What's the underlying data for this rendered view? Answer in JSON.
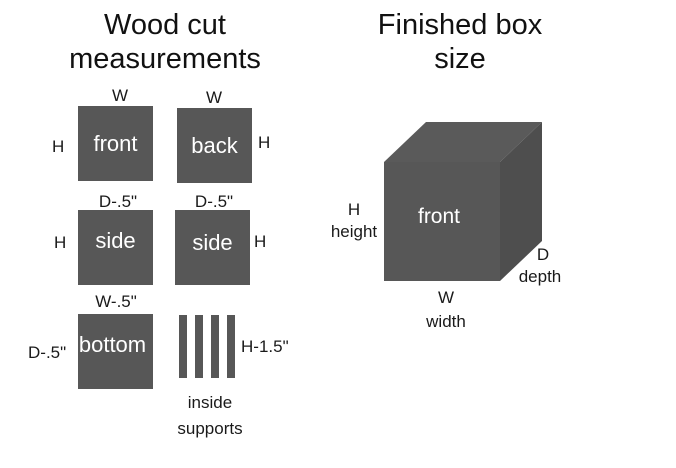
{
  "left": {
    "title_line1": "Wood cut",
    "title_line2": "measurements",
    "front": {
      "label": "front",
      "top": "W",
      "side": "H"
    },
    "back": {
      "label": "back",
      "top": "W",
      "side": "H"
    },
    "side_left": {
      "label": "side",
      "top": "D-.5\"",
      "side": "H"
    },
    "side_right": {
      "label": "side",
      "top": "D-.5\"",
      "side": "H"
    },
    "bottom": {
      "label": "bottom",
      "top": "W-.5\"",
      "side": "D-.5\""
    },
    "supports": {
      "side": "H-1.5\"",
      "caption_line1": "inside",
      "caption_line2": "supports"
    }
  },
  "right": {
    "title_line1": "Finished box",
    "title_line2": "size",
    "face_label": "front",
    "height_letter": "H",
    "height_word": "height",
    "width_letter": "W",
    "width_word": "width",
    "depth_letter": "D",
    "depth_word": "depth"
  },
  "colors": {
    "panel": "#575757",
    "cube_front": "#575757",
    "cube_top": "#5a5a5a",
    "cube_side": "#4e4e4e",
    "text": "#1a1a1a"
  }
}
